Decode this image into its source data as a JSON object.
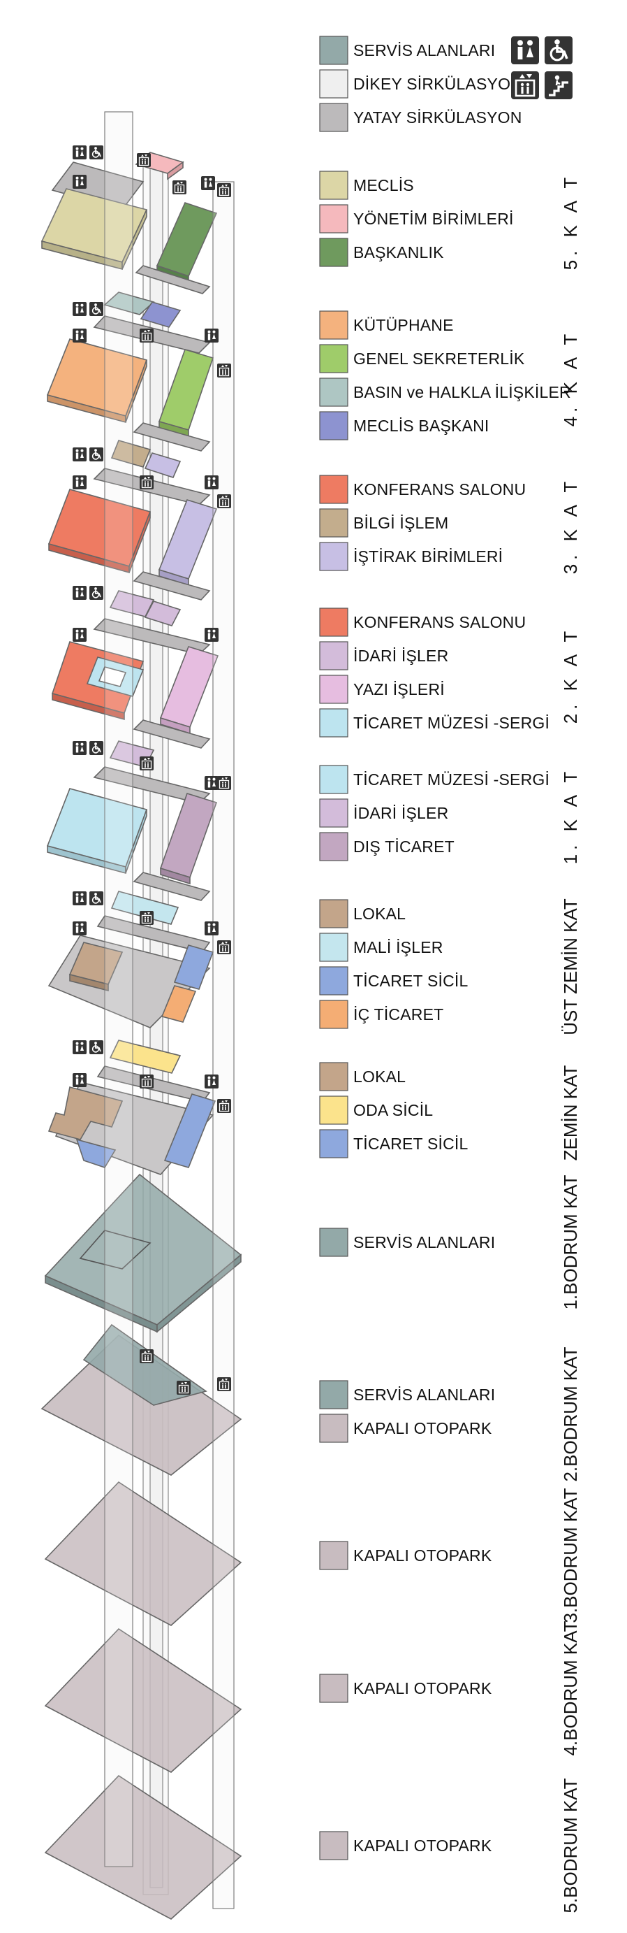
{
  "legend_general": [
    {
      "label": "SERVİS ALANLARI",
      "color": "#93a9a8"
    },
    {
      "label": "DİKEY SİRKÜLASYON",
      "color": "#efefef"
    },
    {
      "label": "YATAY SİRKÜLASYON",
      "color": "#bcbabb"
    }
  ],
  "general_icons": [
    "restroom-icon",
    "wheelchair-icon",
    "elevator-icon",
    "stairs-icon"
  ],
  "floors": [
    {
      "id": "5",
      "label": "5.   K  A  T",
      "style": "kat",
      "items": [
        {
          "label": "MECLİS",
          "color": "#dcd6a6"
        },
        {
          "label": "YÖNETİM BİRİMLERİ",
          "color": "#f5b9bd"
        },
        {
          "label": "BAŞKANLIK",
          "color": "#6f9a5e"
        }
      ]
    },
    {
      "id": "4",
      "label": "4.   K  A  T",
      "style": "kat",
      "items": [
        {
          "label": "KÜTÜPHANE",
          "color": "#f4b27e"
        },
        {
          "label": "GENEL SEKRETERLİK",
          "color": "#9fcc6a"
        },
        {
          "label": "BASIN ve HALKLA İLİŞKİLER",
          "color": "#aec6c3"
        },
        {
          "label": "MECLİS BAŞKANI",
          "color": "#8d93d0"
        }
      ]
    },
    {
      "id": "3",
      "label": "3.   K  A  T",
      "style": "kat",
      "items": [
        {
          "label": "KONFERANS SALONU",
          "color": "#ee7b62"
        },
        {
          "label": "BİLGİ İŞLEM",
          "color": "#c3ad8d"
        },
        {
          "label": "İŞTİRAK BİRİMLERİ",
          "color": "#c7bfe4"
        }
      ]
    },
    {
      "id": "2",
      "label": "2.   K  A  T",
      "style": "kat",
      "items": [
        {
          "label": "KONFERANS SALONU",
          "color": "#ee7b62"
        },
        {
          "label": "İDARİ İŞLER",
          "color": "#d3bcda"
        },
        {
          "label": "YAZI İŞLERİ",
          "color": "#e6bde0"
        },
        {
          "label": "TİCARET MÜZESİ -SERGİ",
          "color": "#bde4ef"
        }
      ]
    },
    {
      "id": "1",
      "label": "1.   K  A  T",
      "style": "kat",
      "items": [
        {
          "label": "TİCARET MÜZESİ -SERGİ",
          "color": "#bde4ef"
        },
        {
          "label": "İDARİ İŞLER",
          "color": "#d3bcda"
        },
        {
          "label": "DIŞ TİCARET",
          "color": "#c2a7c1"
        }
      ]
    },
    {
      "id": "UZ",
      "label": "ÜST ZEMİN KAT",
      "style": "plain",
      "items": [
        {
          "label": "LOKAL",
          "color": "#c3a58a"
        },
        {
          "label": "MALİ İŞLER",
          "color": "#c4e6ee"
        },
        {
          "label": "TİCARET SİCİL",
          "color": "#8ea8dd"
        },
        {
          "label": "İÇ TİCARET",
          "color": "#f4ad74"
        }
      ]
    },
    {
      "id": "Z",
      "label": "ZEMİN KAT",
      "style": "plain",
      "items": [
        {
          "label": "LOKAL",
          "color": "#c3a58a"
        },
        {
          "label": "ODA SİCİL",
          "color": "#fbe38c"
        },
        {
          "label": "TİCARET SİCİL",
          "color": "#8ea8dd"
        }
      ]
    },
    {
      "id": "B1",
      "label": "1.BODRUM KAT",
      "style": "plain",
      "items": [
        {
          "label": "SERVİS ALANLARI",
          "color": "#93a9a8"
        }
      ]
    },
    {
      "id": "B2",
      "label": "2.BODRUM KAT",
      "style": "plain",
      "items": [
        {
          "label": "SERVİS ALANLARI",
          "color": "#93a9a8"
        },
        {
          "label": "KAPALI OTOPARK",
          "color": "#c8bcc0"
        }
      ]
    },
    {
      "id": "B3",
      "label": "3.BODRUM KAT",
      "style": "plain",
      "items": [
        {
          "label": "KAPALI OTOPARK",
          "color": "#c8bcc0"
        }
      ]
    },
    {
      "id": "B4",
      "label": "4.BODRUM KAT",
      "style": "plain",
      "items": [
        {
          "label": "KAPALI OTOPARK",
          "color": "#c8bcc0"
        }
      ]
    },
    {
      "id": "B5",
      "label": "5.BODRUM KAT",
      "style": "plain",
      "items": [
        {
          "label": "KAPALI OTOPARK",
          "color": "#c8bcc0"
        }
      ]
    }
  ],
  "colors": {
    "service": "#93a9a8",
    "vertical_circulation": "#efefef",
    "horizontal_circulation": "#bcbabb",
    "parking": "#c8bcc0",
    "icon_dark": "#333333"
  }
}
